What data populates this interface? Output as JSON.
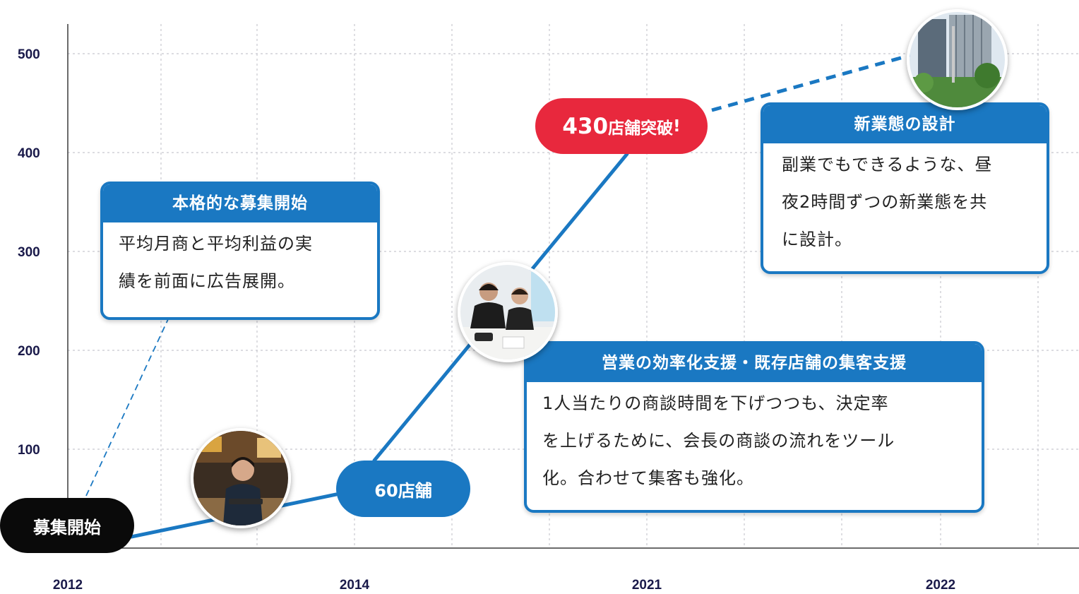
{
  "chart_data": {
    "type": "line",
    "x_ticks": [
      "2012",
      "2014",
      "2021",
      "2022"
    ],
    "y_ticks": [
      100,
      200,
      300,
      400,
      500
    ],
    "ylim": [
      0,
      530
    ],
    "grid": true,
    "series": [
      {
        "style": "solid",
        "points": [
          {
            "x": "2012",
            "y": 10
          },
          {
            "x": "2014",
            "y": 60
          },
          {
            "x": "2021",
            "y": 430
          }
        ]
      },
      {
        "style": "dashed",
        "points": [
          {
            "x": "2021",
            "y": 430
          },
          {
            "x": "2022",
            "y": 500
          }
        ]
      }
    ],
    "milestones": [
      {
        "label": "募集開始",
        "color": "#0a0a0a"
      },
      {
        "label": "60店舗",
        "color": "#1a78c2"
      },
      {
        "label_num": "430",
        "label_text": "店舗突破",
        "label_mark": "!",
        "color": "#e8283d"
      }
    ]
  },
  "cards": [
    {
      "title": "本格的な募集開始",
      "lines": [
        "平均月商と平均利益の実",
        "績を前面に広告展開。"
      ]
    },
    {
      "title": "営業の効率化支援・既存店舗の集客支援",
      "lines": [
        "1人当たりの商談時間を下げつつも、決定率",
        "を上げるために、会長の商談の流れをツール",
        "化。合わせて集客も強化。"
      ]
    },
    {
      "title": "新業態の設計",
      "lines": [
        "副業でもできるような、昼",
        "夜2時間ずつの新業態を共",
        "に設計。"
      ]
    }
  ],
  "colors": {
    "accent": "#1a78c2",
    "highlight": "#e8283d",
    "start": "#0a0a0a",
    "axis_text": "#1a1a4a"
  },
  "photos": [
    "shop-staff-photo",
    "meeting-photo",
    "office-building-photo"
  ]
}
